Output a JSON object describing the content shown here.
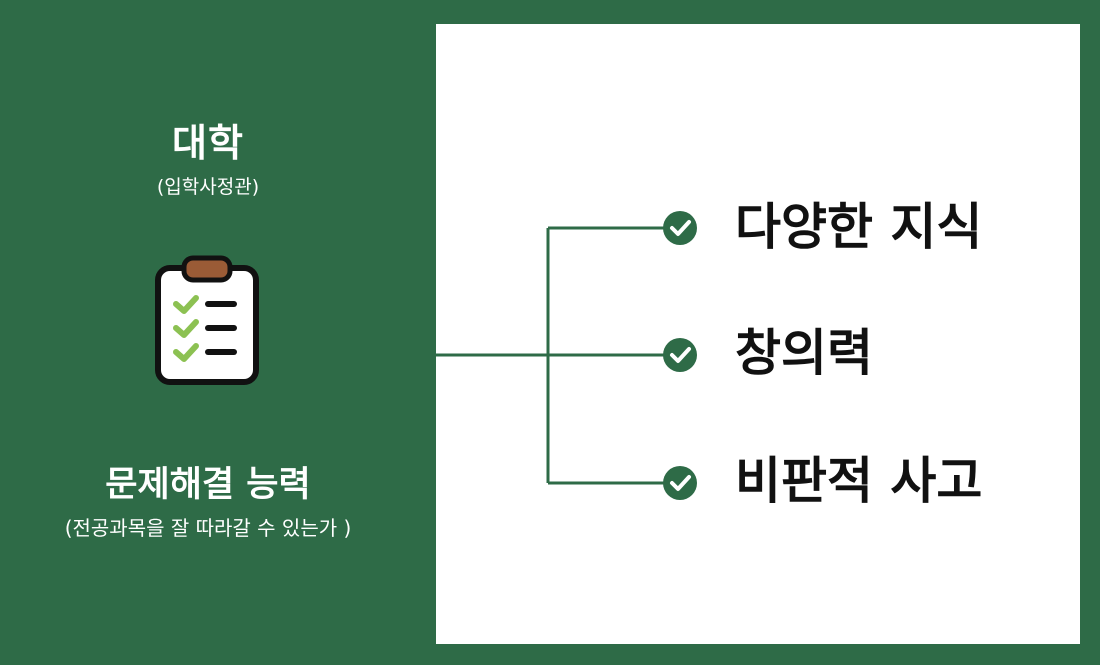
{
  "left": {
    "title": "대학",
    "subtitle": "(입학사정관)",
    "competency_title": "문제해결 능력",
    "competency_subtitle": "(전공과목을 잘 따라갈 수 있는가 )"
  },
  "items": [
    {
      "label": "다양한 지식",
      "icon": "check-circle-icon"
    },
    {
      "label": "창의력",
      "icon": "check-circle-icon"
    },
    {
      "label": "비판적 사고",
      "icon": "check-circle-icon"
    }
  ],
  "colors": {
    "background": "#2e6b47",
    "panel": "#ffffff",
    "accent": "#2e6b47",
    "check_green": "#8cc152",
    "clip_brown": "#9a5b36"
  }
}
